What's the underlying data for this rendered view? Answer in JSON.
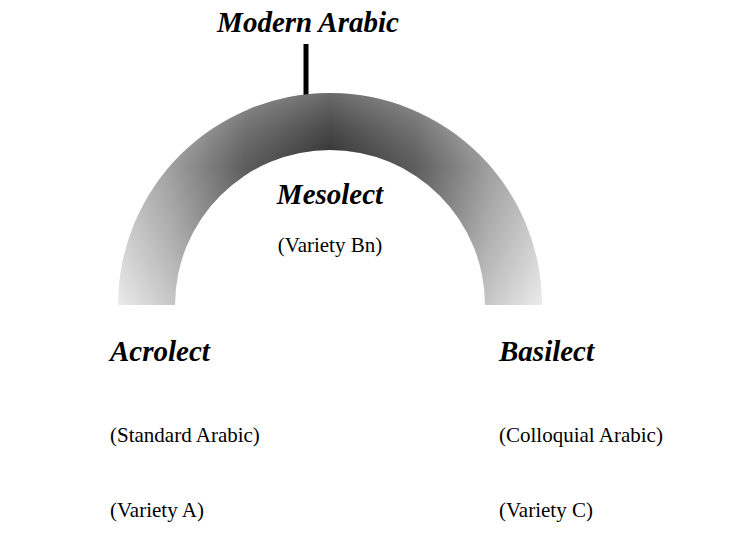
{
  "diagram": {
    "title": "Modern Arabic",
    "nodes": [
      {
        "text": [
          "Mesolect",
          "(Variety Bn)"
        ]
      }
    ],
    "labels": [
      "Acrolect",
      "(Standard Arabic)",
      "(Variety A)",
      "Basilect",
      "(Colloquial Arabic)",
      "(Variety C)"
    ]
  }
}
